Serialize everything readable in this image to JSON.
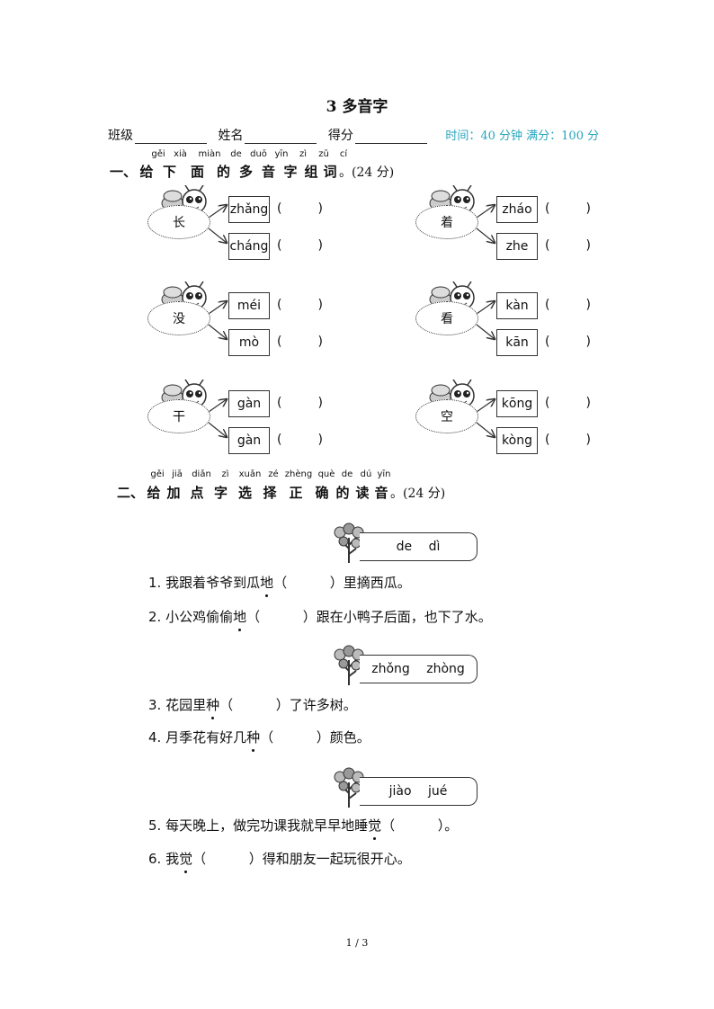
{
  "title": "3  多音字",
  "info": {
    "class_label": "班级",
    "name_label": "姓名",
    "score_label": "得分",
    "time_text": "时间：40 分钟  满分：100 分"
  },
  "section1": {
    "number": "一、",
    "pinyin": [
      "gěi",
      "xià",
      "miàn",
      "de",
      "duō",
      "yīn",
      "zì",
      "zǔ",
      "cí"
    ],
    "chars": [
      "给",
      "下",
      "面",
      "的",
      "多",
      "音",
      "字",
      "组",
      "词"
    ],
    "tail": "。(24 分)",
    "groups": [
      {
        "char": "长",
        "readings": [
          "zhǎng",
          "cháng"
        ]
      },
      {
        "char": "着",
        "readings": [
          "zháo",
          "zhe"
        ]
      },
      {
        "char": "没",
        "readings": [
          "méi",
          "mò"
        ]
      },
      {
        "char": "看",
        "readings": [
          "kàn",
          "kān"
        ]
      },
      {
        "char": "干",
        "readings": [
          "gàn",
          "gàn"
        ]
      },
      {
        "char": "空",
        "readings": [
          "kōng",
          "kòng"
        ]
      }
    ],
    "paren_text": "(         )"
  },
  "section2": {
    "number": "二、",
    "pinyin": [
      "gěi",
      "jiā",
      "diǎn",
      "zì",
      "xuǎn",
      "zé",
      "zhèng",
      "què",
      "de",
      "dú",
      "yīn"
    ],
    "chars": [
      "给",
      "加",
      "点",
      "字",
      "选",
      "择",
      "正",
      "确",
      "的",
      "读",
      "音"
    ],
    "tail": "。(24 分)",
    "tags": [
      "de  dì",
      "zhǒng  zhòng",
      "jiào  jué"
    ],
    "questions": [
      {
        "pre": "1. 我跟着爷爷到瓜",
        "dot": "地",
        "post": "（          ）里摘西瓜。"
      },
      {
        "pre": "2. 小公鸡偷偷",
        "dot": "地",
        "post": "（          ）跟在小鸭子后面，也下了水。"
      },
      {
        "pre": "3. 花园里",
        "dot": "种",
        "post": "（          ）了许多树。"
      },
      {
        "pre": "4. 月季花有好几",
        "dot": "种",
        "post": "（          ）颜色。"
      },
      {
        "pre": "5. 每天晚上，做完功课我就早早地睡",
        "dot": "觉",
        "post": "（          ）。"
      },
      {
        "pre": "6. 我",
        "dot": "觉",
        "post": "（          ）得和朋友一起玩很开心。"
      }
    ]
  },
  "footer": "1 / 3",
  "colors": {
    "accent": "#27a5bd"
  }
}
